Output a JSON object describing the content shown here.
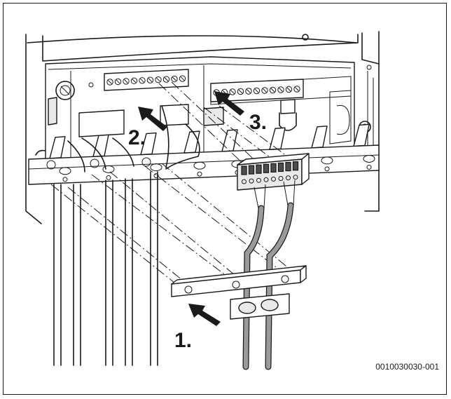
{
  "figure": {
    "steps": [
      {
        "label": "1.",
        "arrow": "arrow-icon"
      },
      {
        "label": "2.",
        "arrow": "arrow-icon"
      },
      {
        "label": "3.",
        "arrow": "arrow-icon"
      }
    ],
    "reference": "0010030030-001",
    "colors": {
      "line": "#1a1a1a",
      "cable": "#9a9a9a",
      "terminal": "#4d4d4d"
    }
  }
}
